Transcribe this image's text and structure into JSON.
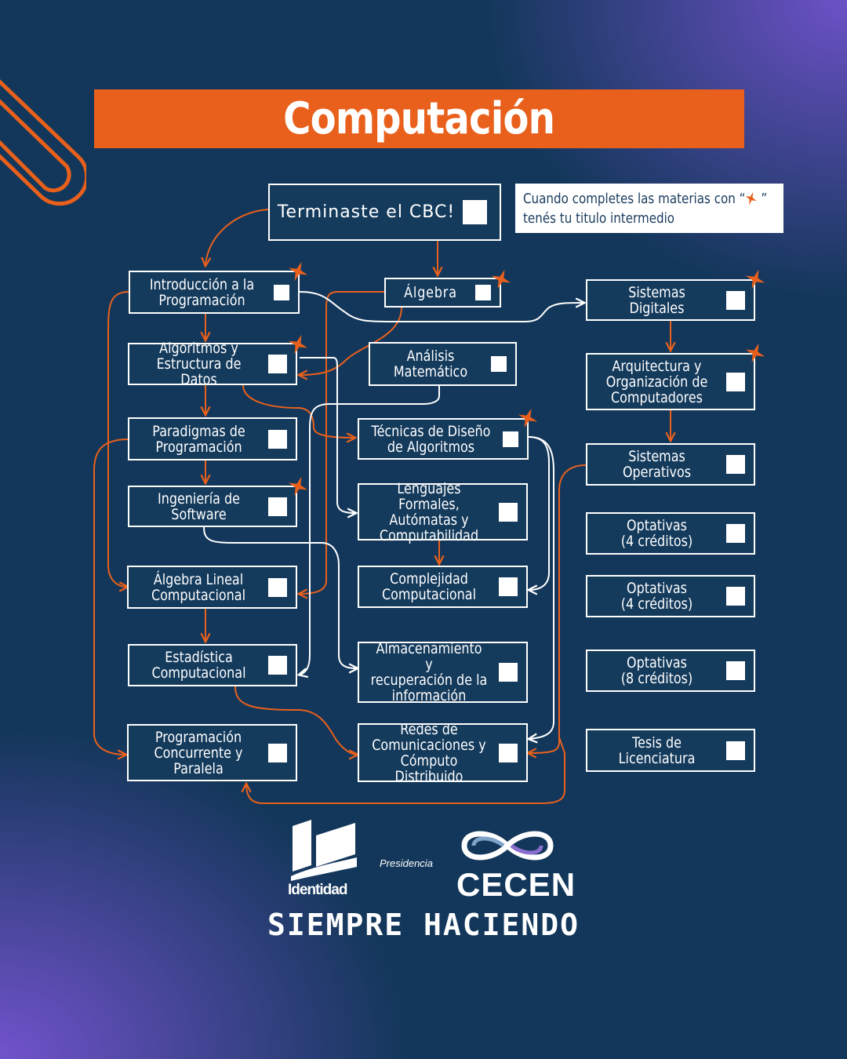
{
  "title": "Computación",
  "note": {
    "line1_before": "Cuando completes las materias con “",
    "line1_after": " ”",
    "line2": "tenés tu titulo intermedio"
  },
  "nodes": {
    "cbc": "Terminaste el CBC!",
    "intro": "Introducción a la\nProgramación",
    "algebra": "Álgebra",
    "sisdig": "Sistemas\nDigitales",
    "algo": "Algoritmos y\nEstructura de Datos",
    "analisis": "Análisis Matemático",
    "arqui": "Arquitectura y\nOrganización de\nComputadores",
    "para": "Paradigmas de\nProgramación",
    "tecnicas": "Técnicas de Diseño\nde Algoritmos",
    "sisop": "Sistemas\nOperativos",
    "ingsoft": "Ingeniería de\nSoftware",
    "lenguajes": "Lenguajes Formales,\nAutómatas y\nComputabilidad",
    "opt1": "Optativas\n(4 créditos)",
    "alglin": "Álgebra Lineal\nComputacional",
    "complej": "Complejidad\nComputacional",
    "opt2": "Optativas\n(4 créditos)",
    "estad": "Estadística\nComputacional",
    "almac": "Almacenamiento y\nrecuperación de la\ninformación",
    "opt3": "Optativas\n(8 créditos)",
    "progconc": "Programación\nConcurrente y\nParalela",
    "redes": "Redes de\nComunicaciones y\nCómputo Distribuido",
    "tesis": "Tesis de\nLicenciatura"
  },
  "logos": {
    "identidad": "Identidad",
    "presidencia": "Presidencia",
    "cecen": "CECEN"
  },
  "slogan": "SIEMPRE HACIENDO",
  "colors": {
    "accent": "#e8601c",
    "background": "#13375a",
    "purple": "#7654d2"
  },
  "icons": [
    "paperclip-icon",
    "star-icon",
    "checkbox-icon"
  ]
}
